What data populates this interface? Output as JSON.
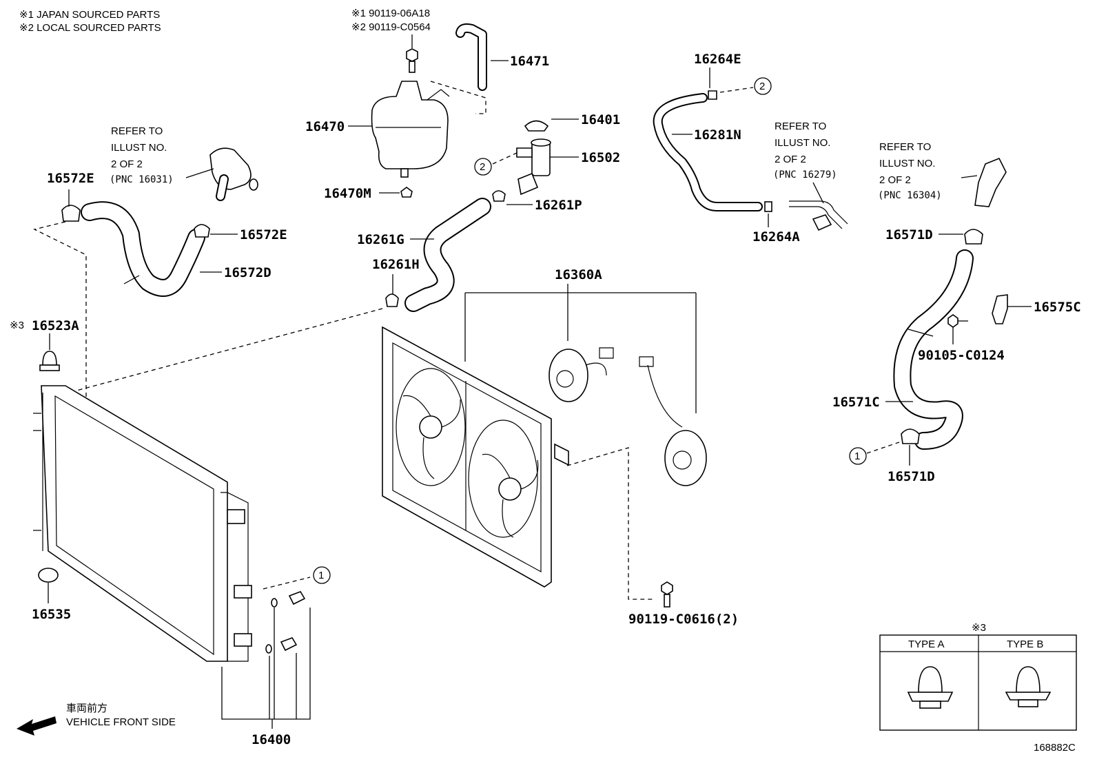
{
  "notes": {
    "line1": "※1 JAPAN SOURCED PARTS",
    "line2": "※2 LOCAL SOURCED PARTS"
  },
  "bolt_notes": {
    "line1": "※1 90119-06A18",
    "line2": "※2 90119-C0564"
  },
  "parts": {
    "p16471": "16471",
    "p16470": "16470",
    "p16470M": "16470M",
    "p16401": "16401",
    "p16502": "16502",
    "p16261P": "16261P",
    "p16261G": "16261G",
    "p16261H": "16261H",
    "p16264E": "16264E",
    "p16281N": "16281N",
    "p16264A": "16264A",
    "p16572E_left": "16572E",
    "p16572E_right": "16572E",
    "p16572D": "16572D",
    "p16523A_mark": "※3",
    "p16523A": "16523A",
    "p16535": "16535",
    "p16400": "16400",
    "p16360A": "16360A",
    "p90119C0616": "90119-C0616(2)",
    "p16571D_top": "16571D",
    "p16571D_bottom": "16571D",
    "p16575C": "16575C",
    "p90105C0124": "90105-C0124",
    "p16571C": "16571C"
  },
  "refer_1": {
    "l1": "REFER TO",
    "l2": "ILLUST NO.",
    "l3": "2 OF 2",
    "l4": "(PNC 16031)"
  },
  "refer_2": {
    "l1": "REFER TO",
    "l2": "ILLUST NO.",
    "l3": "2 OF 2",
    "l4": "(PNC 16279)"
  },
  "refer_3": {
    "l1": "REFER TO",
    "l2": "ILLUST NO.",
    "l3": "2 OF 2",
    "l4": "(PNC 16304)"
  },
  "circles": {
    "c1_a": "1",
    "c1_b": "1",
    "c2_a": "2",
    "c2_b": "2"
  },
  "front": {
    "jp": "車両前方",
    "en": "VEHICLE FRONT SIDE"
  },
  "type_table": {
    "mark": "※3",
    "type_a": "TYPE A",
    "type_b": "TYPE B"
  },
  "diagram_id": "168882C"
}
